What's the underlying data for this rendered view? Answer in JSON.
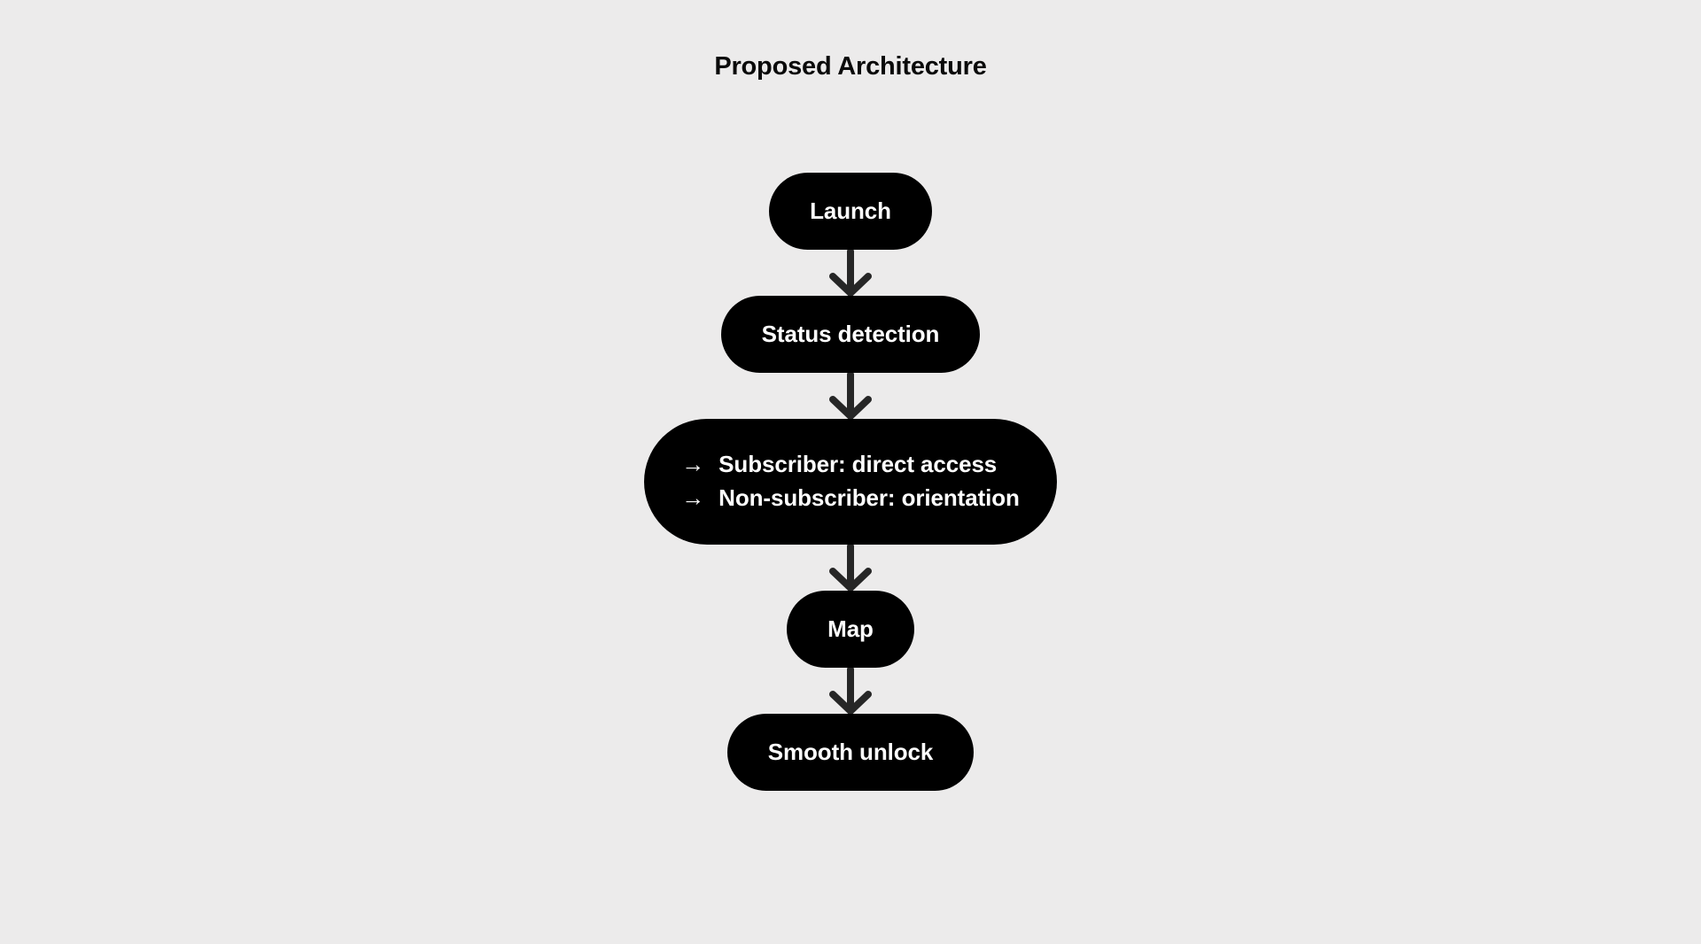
{
  "title": "Proposed Architecture",
  "theme": {
    "background": "#ecebeb",
    "node_fill": "#000000",
    "node_text": "#ffffff",
    "title_color": "#0a0a0a",
    "connector_color": "#262626"
  },
  "flow": {
    "nodes": [
      {
        "id": "launch",
        "type": "single",
        "label": "Launch"
      },
      {
        "id": "status-detection",
        "type": "single",
        "label": "Status detection"
      },
      {
        "id": "branching",
        "type": "multi",
        "lines": [
          {
            "marker": "→",
            "text": "Subscriber: direct access"
          },
          {
            "marker": "→",
            "text": "Non-subscriber: orientation"
          }
        ]
      },
      {
        "id": "map",
        "type": "single",
        "label": "Map"
      },
      {
        "id": "smooth-unlock",
        "type": "single",
        "label": "Smooth unlock"
      }
    ],
    "connectors": [
      {
        "id": "launch-to-status",
        "icon": "arrow-down-icon"
      },
      {
        "id": "status-to-branching",
        "icon": "arrow-down-icon"
      },
      {
        "id": "branching-to-map",
        "icon": "arrow-down-icon"
      },
      {
        "id": "map-to-smooth-unlock",
        "icon": "arrow-down-icon"
      }
    ]
  }
}
